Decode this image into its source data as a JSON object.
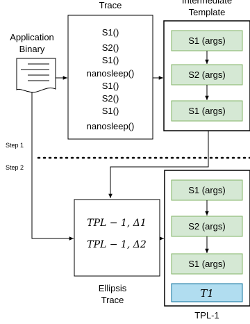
{
  "labels": {
    "trace_title": "Trace",
    "intermediate_title_line1": "Intermediate",
    "intermediate_title_line2": "Template",
    "app_binary_line1": "Application",
    "app_binary_line2": "Binary",
    "step1": "Step 1",
    "step2": "Step 2",
    "ellipsis_trace_line1": "Ellipsis",
    "ellipsis_trace_line2": "Trace",
    "tpl_caption": "TPL-1"
  },
  "trace_calls": [
    "S1()",
    "S2()",
    "S1()",
    "nanosleep()",
    "S1()",
    "S2()",
    "S1()",
    "nanosleep()"
  ],
  "intermediate_template": [
    "S1 (args)",
    "S2 (args)",
    "S1 (args)"
  ],
  "tpl1_entries": [
    "S1 (args)",
    "S2 (args)",
    "S1 (args)"
  ],
  "tpl1_marker": "T1",
  "ellipsis_lines": [
    "TPL − 1, Δ1",
    "TPL − 1, Δ2"
  ],
  "colors": {
    "green_fill": "#d5e8d4",
    "green_stroke": "#82b366",
    "blue_fill": "#b1ddf0",
    "blue_stroke": "#10739e",
    "line": "#000000"
  }
}
